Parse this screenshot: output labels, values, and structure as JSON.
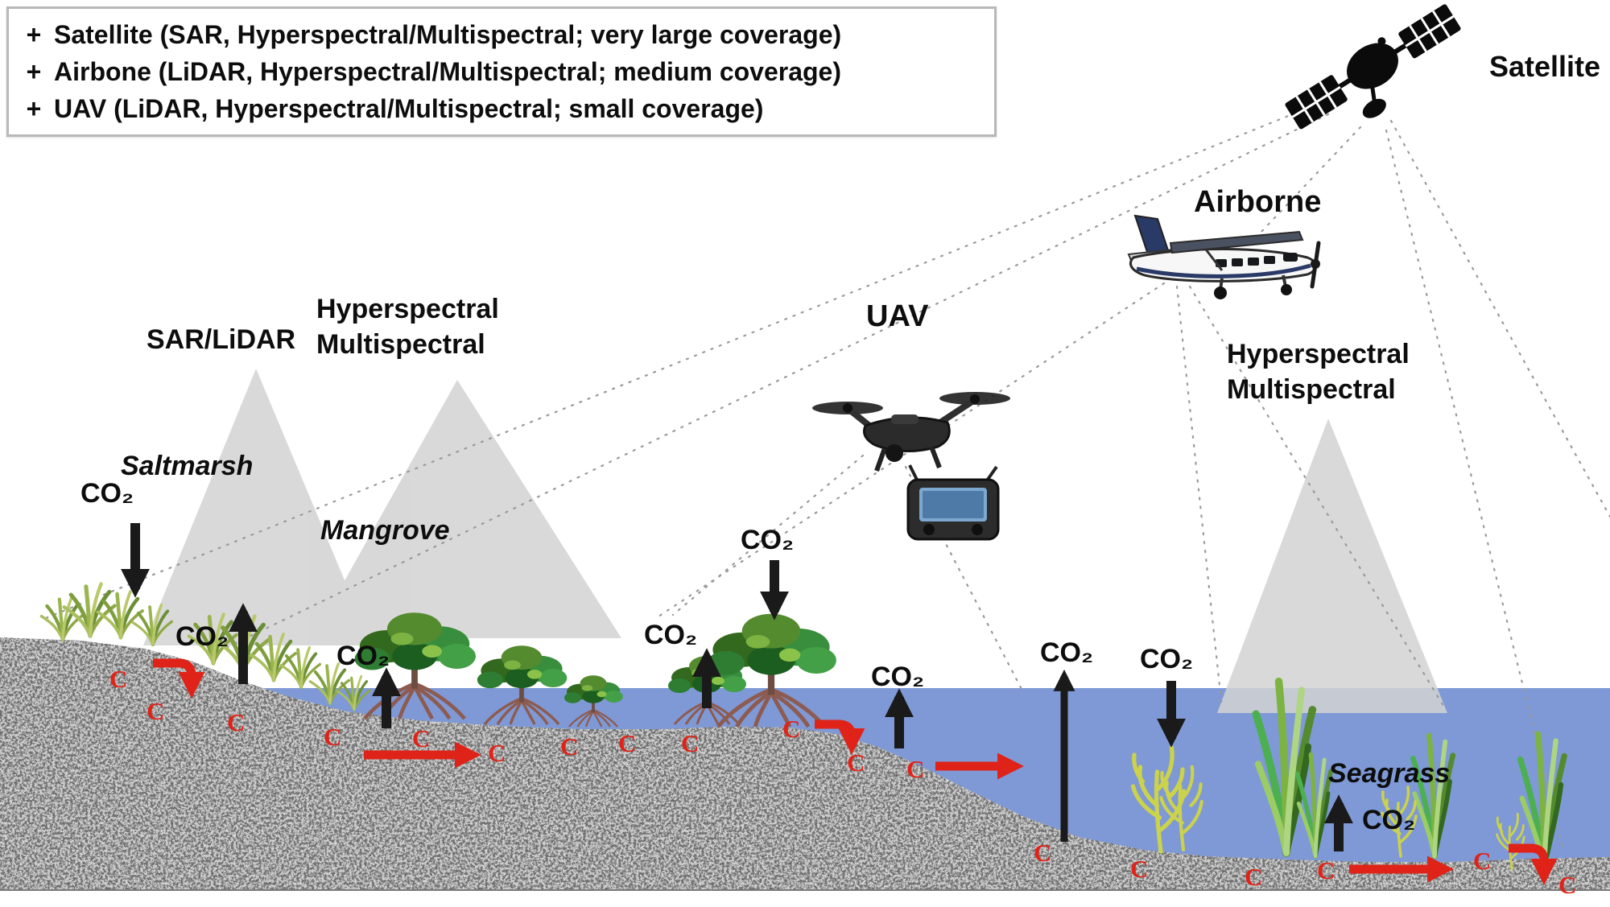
{
  "figure": {
    "legend": {
      "bullet": "+",
      "items": [
        "Satellite (SAR, Hyperspectral/Multispectral; very large coverage)",
        "Airbone (LiDAR, Hyperspectral/Multispectral; medium coverage)",
        "UAV (LiDAR, Hyperspectral/Multispectral; small coverage)"
      ]
    },
    "platforms": {
      "satellite": "Satellite",
      "airborne": "Airborne",
      "uav": "UAV"
    },
    "sensors": {
      "sar_lidar": "SAR/LiDAR",
      "left_line1": "Hyperspectral",
      "left_line2": "Multispectral",
      "right_line1": "Hyperspectral",
      "right_line2": "Multispectral"
    },
    "ecosystems": {
      "saltmarsh": "Saltmarsh",
      "mangrove": "Mangrove",
      "seagrass": "Seagrass"
    },
    "flux": {
      "co2": "CO₂",
      "carbon": "C"
    },
    "colors": {
      "water": "#7e99d6",
      "cone": "#d2d2d2",
      "carbon_red": "#e02318",
      "ink": "#111111"
    }
  }
}
